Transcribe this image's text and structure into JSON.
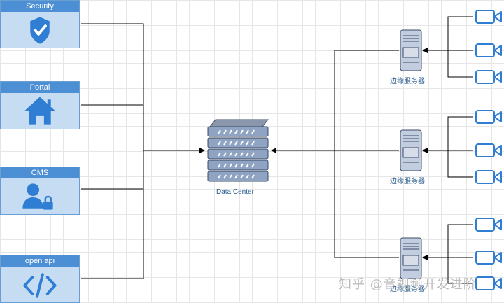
{
  "modules": [
    {
      "title": "Security",
      "icon": "shield-check-icon"
    },
    {
      "title": "Portal",
      "icon": "home-icon"
    },
    {
      "title": "CMS",
      "icon": "user-lock-icon"
    },
    {
      "title": "open api",
      "icon": "code-icon"
    }
  ],
  "data_center": {
    "label": "Data Center",
    "icon": "server-rack-icon"
  },
  "edge_servers": [
    {
      "label": "边缘服务器",
      "icon": "server-tower-icon"
    },
    {
      "label": "边缘服务器",
      "icon": "server-tower-icon"
    },
    {
      "label": "边缘服务器",
      "icon": "server-tower-icon"
    }
  ],
  "cameras": {
    "icon": "video-camera-icon",
    "per_server": 3
  },
  "watermark": "知乎 @音视频开发进阶",
  "colors": {
    "module_fill": "#c5dcf2",
    "module_header": "#4d8fd4",
    "stroke": "#3b6ea5",
    "line": "#000000"
  }
}
